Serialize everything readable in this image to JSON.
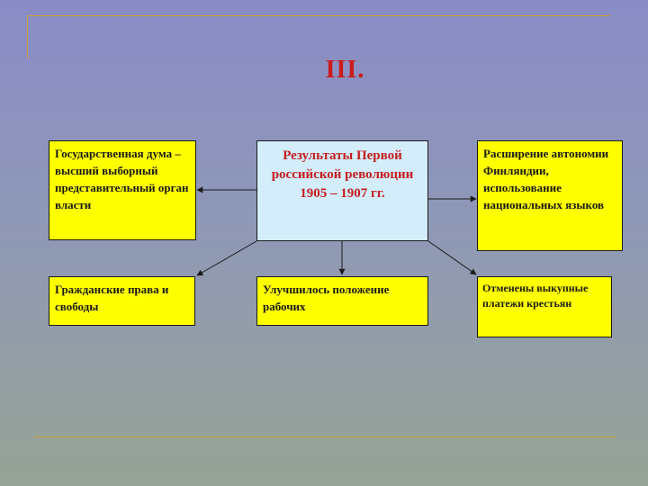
{
  "slide": {
    "title": "III.",
    "center_box": "Результаты Первой российской революции 1905 – 1907 гг.",
    "boxes": {
      "duma": "Государственная дума – высший выборный представительный орган власти",
      "finland": "Расширение автономии Финляндии, использование национальных языков",
      "civil_rights": "Гражданские права и свободы",
      "workers": "Улучшилось положение рабочих",
      "payments": "Отменены выкупные платежи крестьян"
    },
    "colors": {
      "title": "#cc1a1a",
      "center_fill": "#d4edfb",
      "center_text": "#c41e1e",
      "box_fill": "#ffff00",
      "decor_line": "#c8a33a"
    }
  }
}
